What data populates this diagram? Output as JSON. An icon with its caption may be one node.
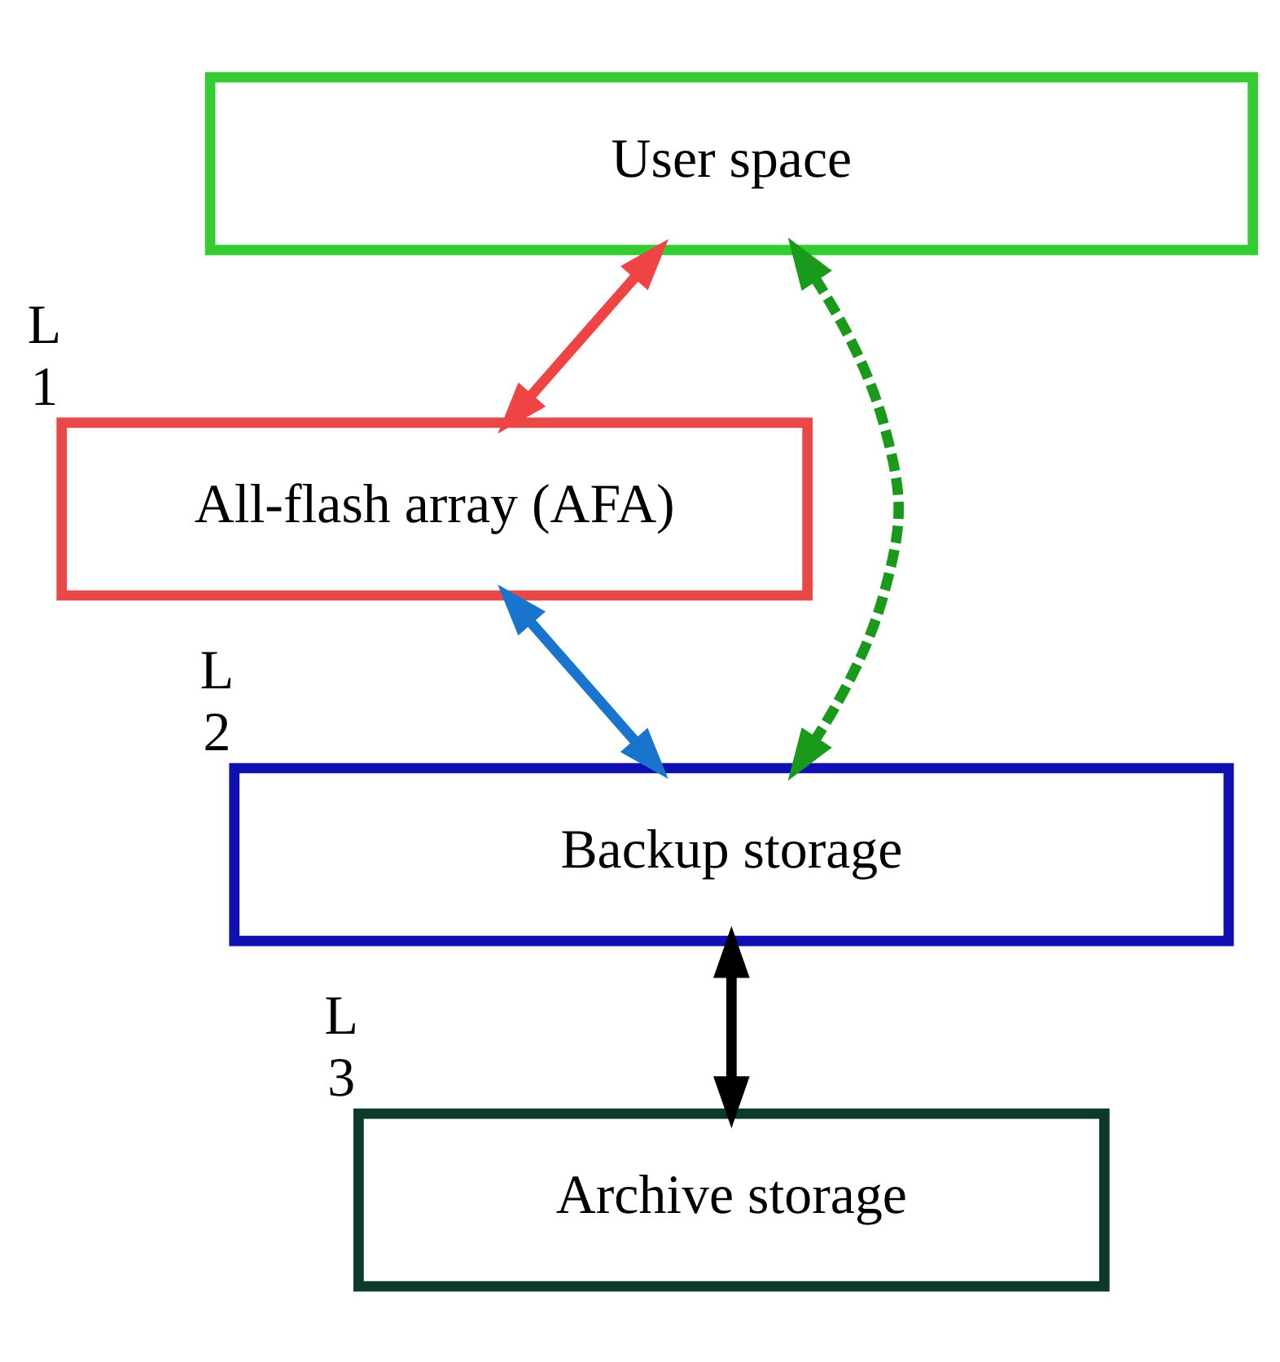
{
  "diagram": {
    "nodes": [
      {
        "text": [
          "User space"
        ]
      },
      {
        "text": [
          "All-flash array (AFA)"
        ],
        "beside": [
          "L 1"
        ]
      },
      {
        "text": [
          "Backup storage"
        ],
        "beside": [
          "L 2"
        ]
      },
      {
        "text": [
          "Archive storage"
        ],
        "beside": [
          "L 3"
        ]
      }
    ],
    "edges": [
      {
        "from": 0,
        "to": 1,
        "arrow": "both",
        "color": "#f04444"
      },
      {
        "from": 1,
        "to": 2,
        "arrow": "both",
        "color": "#1874cd"
      },
      {
        "from": 0,
        "to": 2,
        "arrow": "both",
        "style": "dashed",
        "color": "#1a9a1a"
      },
      {
        "from": 2,
        "to": 3,
        "arrow": "both",
        "color": "#000000"
      }
    ]
  }
}
